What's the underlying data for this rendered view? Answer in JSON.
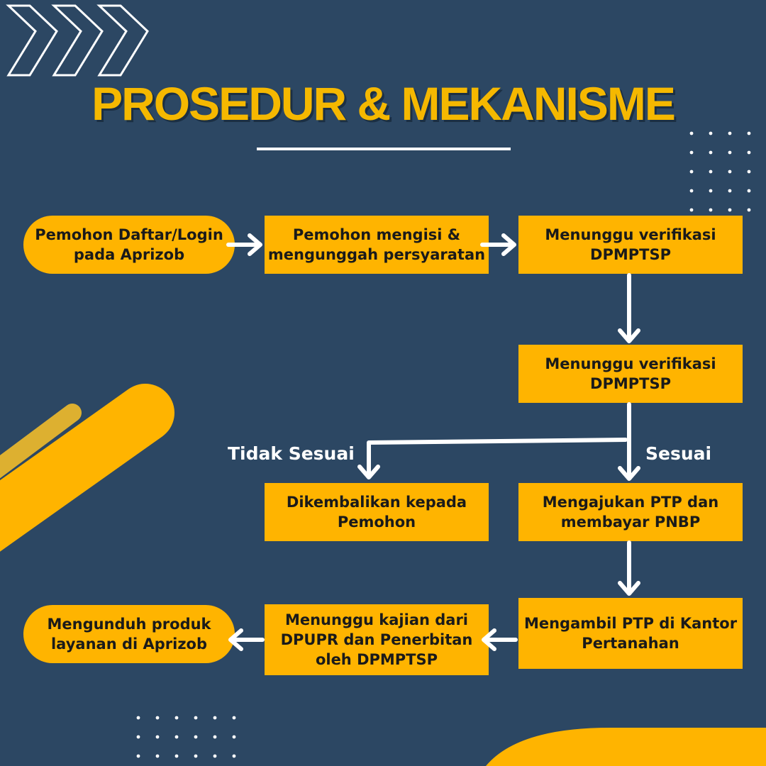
{
  "title": "PROSEDUR & MEKANISME",
  "colors": {
    "background": "#2c4763",
    "accent": "#ffb400",
    "title": "#f5b800",
    "arrow": "#ffffff"
  },
  "nodes": {
    "daftar_login": "Pemohon Daftar/Login\npada Aprizob",
    "mengisi": "Pemohon mengisi &\nmengunggah persyaratan",
    "verifikasi_1": "Menunggu verifikasi\nDPMPTSP",
    "verifikasi_2": "Menunggu verifikasi\nDPMPTSP",
    "dikembalikan": "Dikembalikan kepada\nPemohon",
    "mengajukan": "Mengajukan PTP dan\nmembayar PNBP",
    "mengambil": "Mengambil PTP di Kantor\nPertanahan",
    "kajian": "Menunggu kajian dari\nDPUPR dan Penerbitan\noleh DPMPTSP",
    "mengunduh": "Mengunduh produk\nlayanan di Aprizob"
  },
  "branches": {
    "tidak_sesuai": "Tidak Sesuai",
    "sesuai": "Sesuai"
  }
}
